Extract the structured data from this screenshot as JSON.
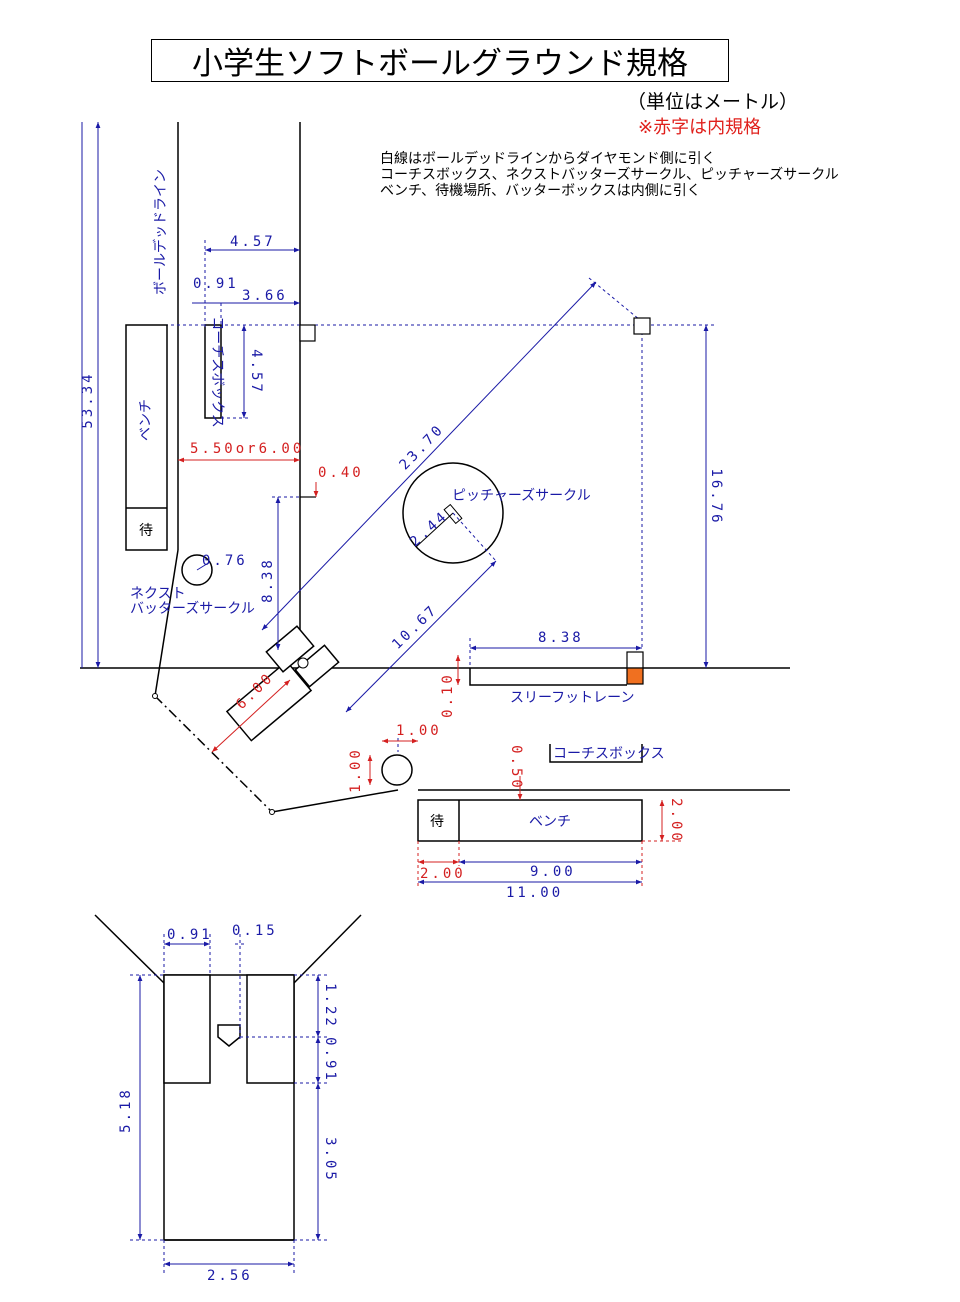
{
  "title": "小学生ソフトボールグラウンド規格",
  "units_note": "（単位はメートル）",
  "red_note": "※赤字は内規格",
  "notes": [
    "白線はボールデッドラインからダイヤモンド側に引く",
    "コーチスボックス、ネクストバッターズサークル、ピッチャーズサークル",
    "ベンチ、待機場所、バッターボックスは内側に引く"
  ],
  "labels": {
    "ball_dead_line": "ボールデッドライン",
    "coach_box_left": "コーチスボックス",
    "bench_left": "ベンチ",
    "waiting_left": "待",
    "next_batter_circle": "ネクスト\nバッターズサークル",
    "pitchers_circle": "ピッチャーズサークル",
    "three_foot_lane": "スリーフットレーン",
    "coach_box_right": "コーチスボックス",
    "bench_right": "ベンチ",
    "waiting_right": "待"
  },
  "dimensions": {
    "d_4_57_top": "4.57",
    "d_0_91_coach": "0.91",
    "d_3_66": "3.66",
    "d_53_34": "53.34",
    "d_4_57_coach": "4.57",
    "d_5_50_or_6_00": "5.50or6.00",
    "d_0_40": "0.40",
    "d_23_70": "23.70",
    "d_2_44": "2.44",
    "d_16_76": "16.76",
    "d_8_38_left": "8.38",
    "d_0_76": "0.76",
    "d_10_67": "10.67",
    "d_8_38_bottom": "8.38",
    "d_6_00": "6.00",
    "d_0_10": "0.10",
    "d_1_00_h": "1.00",
    "d_1_00_v": "1.00",
    "d_0_50": "0.50",
    "d_2_00_v": "2.00",
    "d_2_00_h": "2.00",
    "d_9_00": "9.00",
    "d_11_00": "11.00"
  },
  "batter_box": {
    "d_0_91": "0.91",
    "d_0_15": "0.15",
    "d_1_22": "1.22",
    "d_0_91_v": "0.91",
    "d_5_18": "5.18",
    "d_3_05": "3.05",
    "d_2_56": "2.56"
  },
  "colors": {
    "dimension_blue": "#1a1aa6",
    "inner_rule_red": "#d42020",
    "base_fill_orange": "#f07020"
  }
}
